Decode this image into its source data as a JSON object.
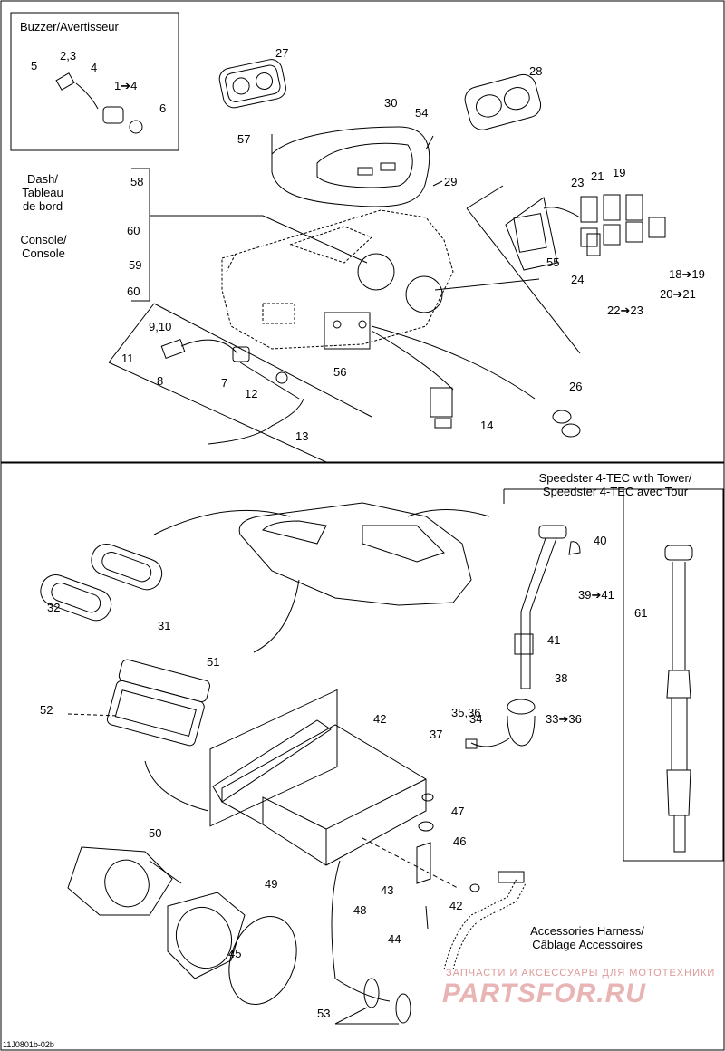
{
  "top": {
    "buzzer_title": "Buzzer/Avertisseur",
    "dash_title_lines": [
      "Dash/",
      "Tableau",
      "de bord"
    ],
    "console_title_lines": [
      "Console/",
      "Console"
    ]
  },
  "bottom": {
    "tower_title_lines": [
      "Speedster 4-TEC with Tower/",
      "Speedster 4-TEC avec Tour"
    ],
    "harness_lines": [
      "Accessories Harness/",
      "Câblage Accessoires"
    ]
  },
  "callouts": [
    "5",
    "2,3",
    "4",
    "1➔4",
    "6",
    "27",
    "28",
    "30",
    "54",
    "57",
    "29",
    "58",
    "60",
    "59",
    "60",
    "23",
    "21",
    "19",
    "55",
    "24",
    "18➔19",
    "20➔21",
    "22➔23",
    "9,10",
    "11",
    "8",
    "7",
    "12",
    "13",
    "56",
    "26",
    "14",
    "40",
    "39➔41",
    "41",
    "61",
    "38",
    "35,36",
    "34",
    "37",
    "33➔36",
    "32",
    "31",
    "51",
    "52",
    "42",
    "47",
    "46",
    "50",
    "49",
    "43",
    "42",
    "48",
    "44",
    "45",
    "53"
  ],
  "watermark": {
    "line1": "ЗАПЧАСТИ И АКСЕССУАРЫ ДЛЯ МОТОТЕХНИКИ",
    "line2": "PARTSFOR.RU"
  },
  "footer_code": "11J0801b-02b"
}
